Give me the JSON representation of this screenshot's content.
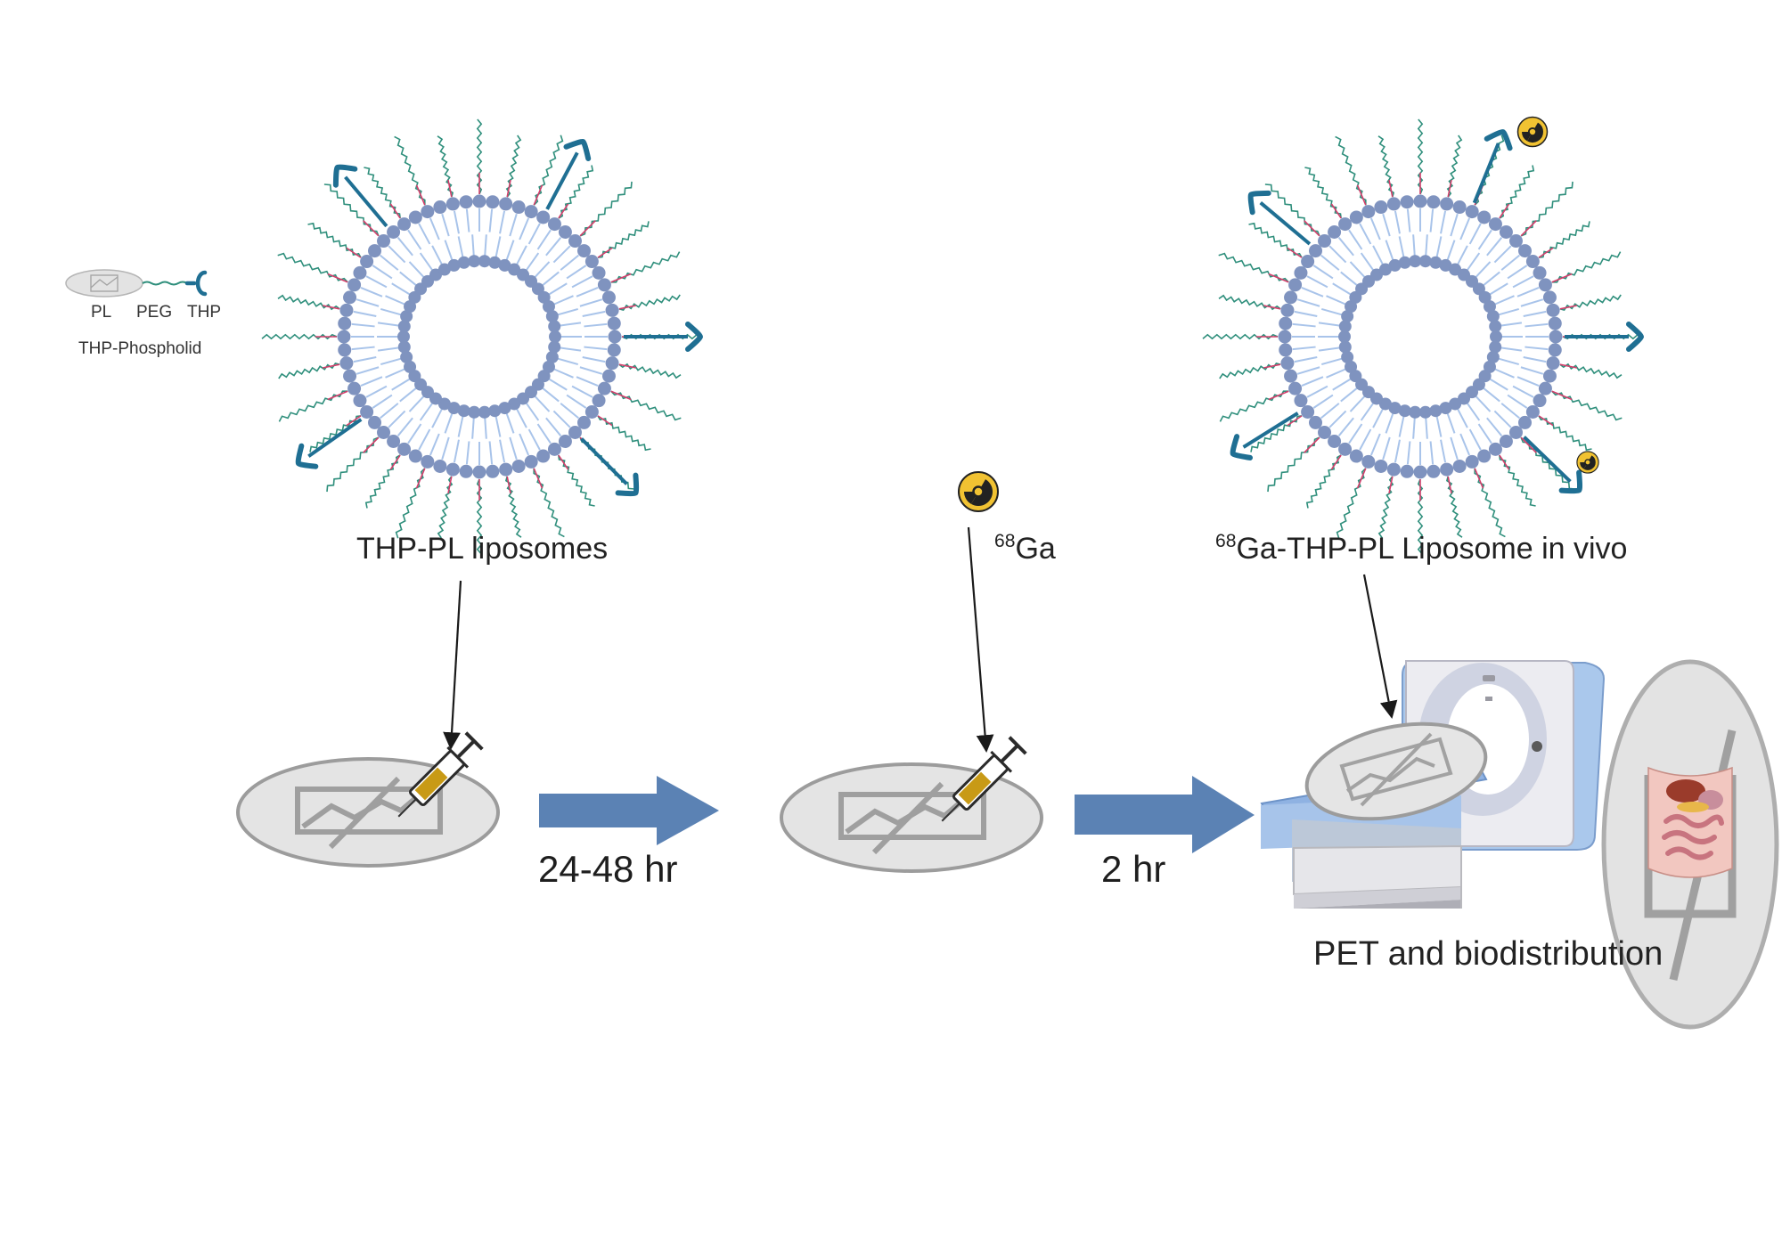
{
  "legend": {
    "pl_label": "PL",
    "peg_label": "PEG",
    "thp_label": "THP",
    "caption": "THP-Phospholid"
  },
  "step1": {
    "caption": "THP-PL liposomes"
  },
  "isotope": {
    "superscript": "68",
    "symbol": "Ga",
    "icon": "radiation-icon"
  },
  "step3": {
    "caption_superscript": "68",
    "caption_rest": "Ga-THP-PL Liposome in vivo"
  },
  "arrows": [
    {
      "label": "24-48 hr"
    },
    {
      "label": "2 hr"
    }
  ],
  "imaging": {
    "caption": "PET and biodistribution",
    "scanner_icon": "pet-scanner-icon",
    "body_icon": "biodistribution-body-icon"
  },
  "colors": {
    "lipid_head": "#7f93bf",
    "lipid_tail": "#a9c4ea",
    "peg_chain": "#2f8f7c",
    "peg_tip": "#d23f6b",
    "thp": "#1f6f93",
    "process_arrow": "#5b82b4",
    "placeholder_fill": "#e4e4e4",
    "placeholder_stroke": "#9c9c9c",
    "radiation_yellow": "#f1c232"
  }
}
